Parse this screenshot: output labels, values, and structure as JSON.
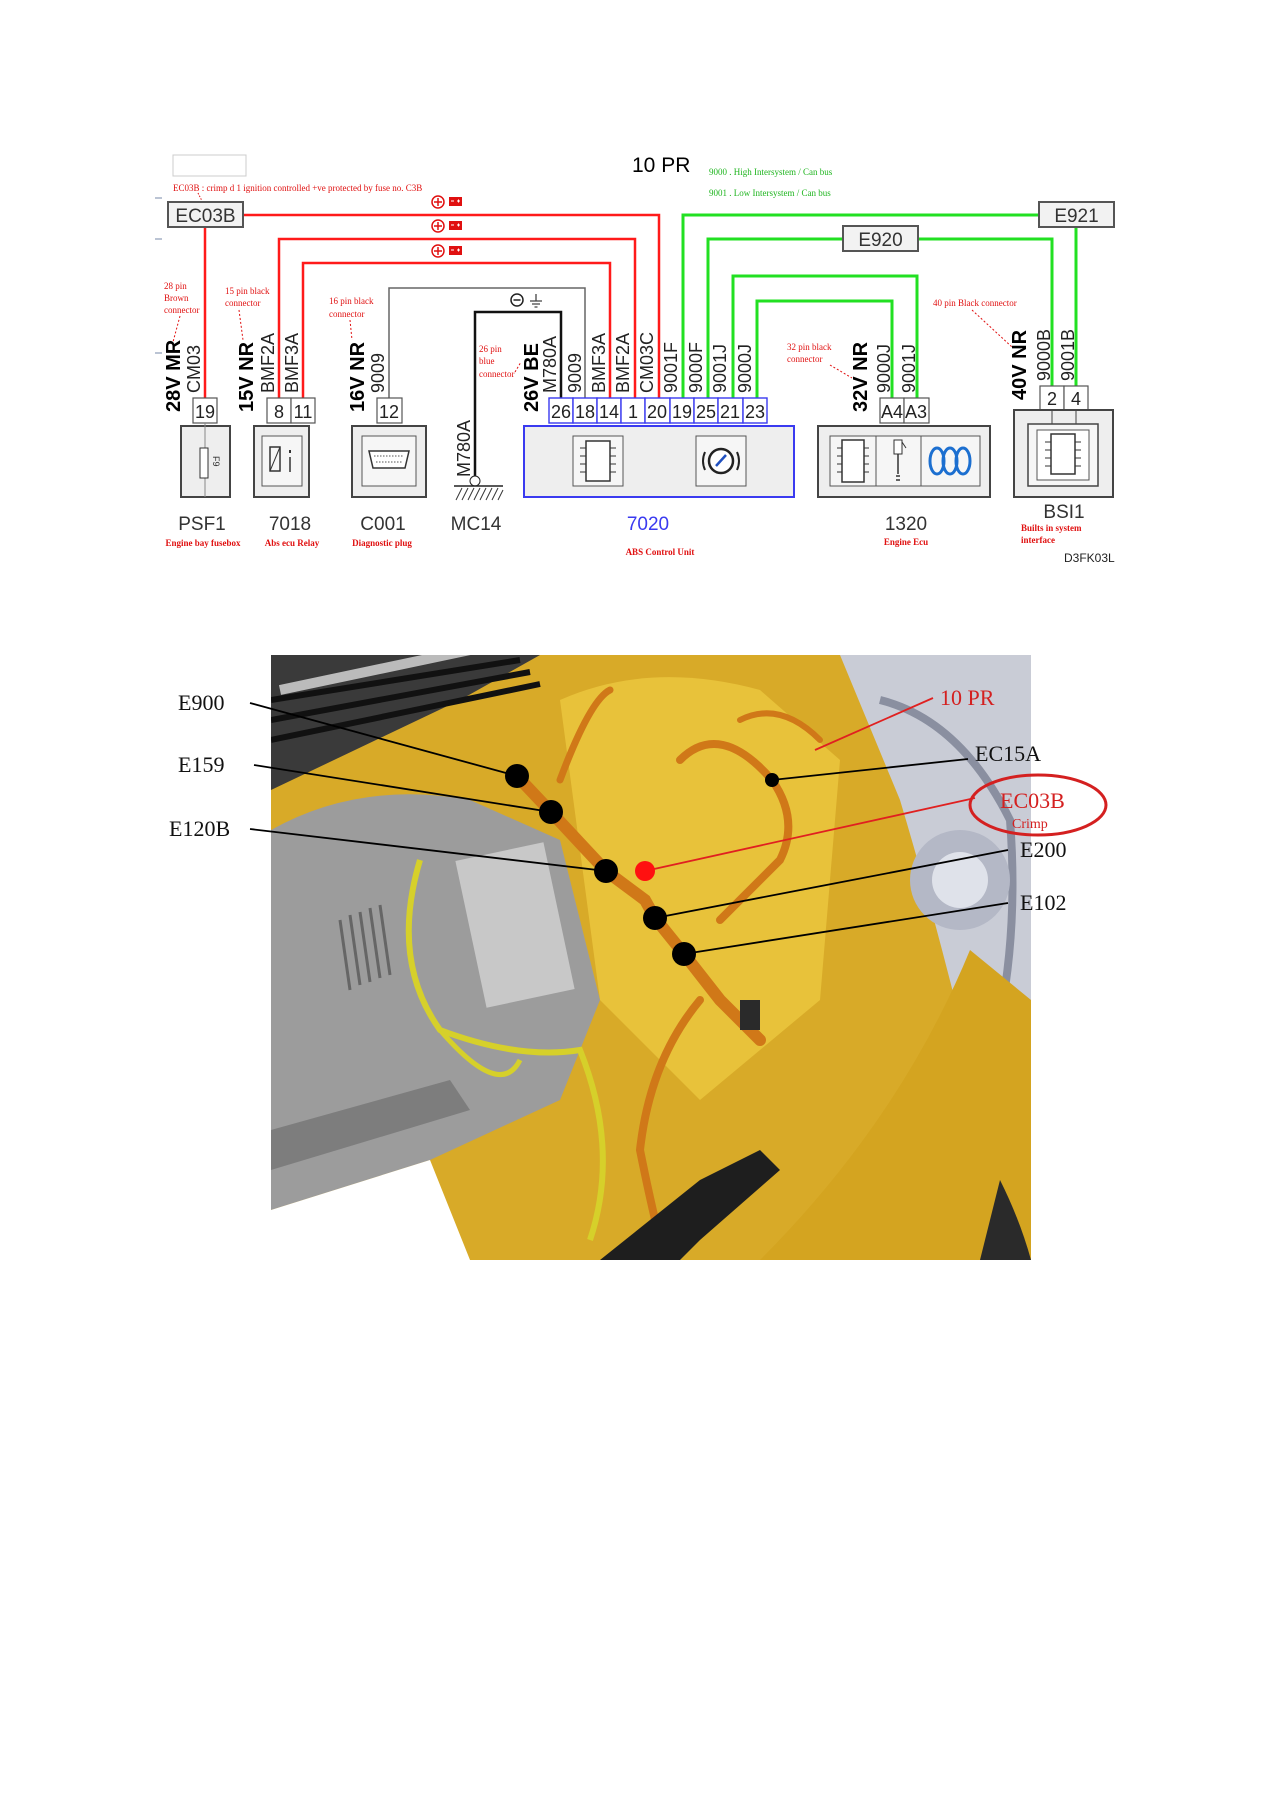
{
  "diagram": {
    "title": "10 PR",
    "note": "EC03B : crimp d 1 ignition controlled +ve protected by fuse no. C3B",
    "legend": [
      "9000 . High Intersystem / Can bus",
      "9001 . Low Intersystem / Can bus"
    ],
    "splices": {
      "ec03b": "EC03B",
      "e920": "E920",
      "e921": "E921"
    },
    "ref_code": "D3FK03L",
    "colors": {
      "power": "#ff1a1a",
      "canbus": "#22e022",
      "ground": "#111111",
      "abs_unit": "#3a3af0"
    },
    "components": {
      "psf1": {
        "ref": "PSF1",
        "desc": "Engine bay fusebox",
        "connector": "28V MR",
        "note": [
          "28 pin",
          "Brown",
          "connector"
        ],
        "fuse": "F9",
        "wires": [
          "CM03"
        ],
        "pins": [
          "19"
        ]
      },
      "r7018": {
        "ref": "7018",
        "desc": "Abs ecu Relay",
        "connector": "15V NR",
        "note": [
          "15 pin black",
          "connector"
        ],
        "wires": [
          "BMF2A",
          "BMF3A"
        ],
        "pins": [
          "8",
          "11"
        ]
      },
      "c001": {
        "ref": "C001",
        "desc": "Diagnostic plug",
        "connector": "16V NR",
        "note": [
          "16 pin black",
          "connector"
        ],
        "wires": [
          "9009"
        ],
        "pins": [
          "12"
        ]
      },
      "mc14": {
        "ref": "MC14",
        "wires": [
          "M780A"
        ]
      },
      "u7020": {
        "ref": "7020",
        "desc": "ABS Control Unit",
        "connector": "26V BE",
        "note": [
          "26 pin",
          "blue",
          "connector"
        ],
        "wires": [
          "M780A",
          "9009",
          "BMF3A",
          "BMF2A",
          "CM03C",
          "9001F",
          "9000F",
          "9001J",
          "9000J"
        ],
        "pins": [
          "26",
          "18",
          "14",
          "1",
          "20",
          "19",
          "25",
          "21",
          "23"
        ]
      },
      "u1320": {
        "ref": "1320",
        "desc": "Engine Ecu",
        "connector": "32V NR",
        "note": [
          "32 pin black",
          "connector"
        ],
        "wires": [
          "9000J",
          "9001J"
        ],
        "pins": [
          "A4",
          "A3"
        ]
      },
      "bsi1": {
        "ref": "BSI1",
        "desc": [
          "Builts in system",
          "interface"
        ],
        "connector": "40V NR",
        "note": [
          "40 pin Black connector"
        ],
        "wires": [
          "9000B",
          "9001B"
        ],
        "pins": [
          "2",
          "4"
        ]
      }
    }
  },
  "photo": {
    "labels": {
      "e900": "E900",
      "e159": "E159",
      "e120b": "E120B",
      "pr10": "10 PR",
      "ec15a": "EC15A",
      "ec03b": "EC03B",
      "crimp": "Crimp",
      "e200": "E200",
      "e102": "E102"
    }
  }
}
